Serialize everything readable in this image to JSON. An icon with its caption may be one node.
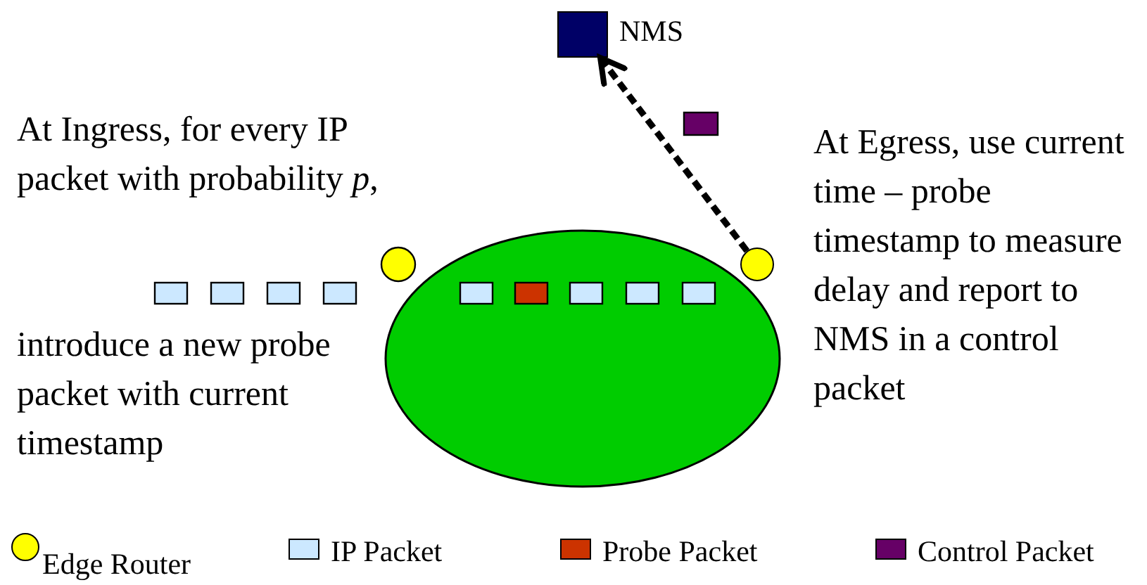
{
  "diagram": {
    "nodes": [
      {
        "text": [
          "NMS"
        ]
      },
      {
        "text": [],
        "shape": "circle"
      }
    ],
    "edges": [
      {
        "from": 1,
        "to": 0,
        "arrow": "to",
        "style": "dashed"
      }
    ],
    "labels": [
      "At Ingress, for every IP packet with probability *p*,",
      "introduce a new probe packet with current timestamp",
      "At Egress, use current time – probe timestamp to measure delay and report to NMS in a control packet"
    ],
    "legend": [
      {
        "text": "Edge Router",
        "color": "#ffff00"
      },
      {
        "text": "IP Packet",
        "color": "#cce8ff"
      },
      {
        "text": "Probe Packet",
        "color": "#cc3300"
      },
      {
        "text": "Control Packet",
        "color": "#660066"
      }
    ]
  }
}
